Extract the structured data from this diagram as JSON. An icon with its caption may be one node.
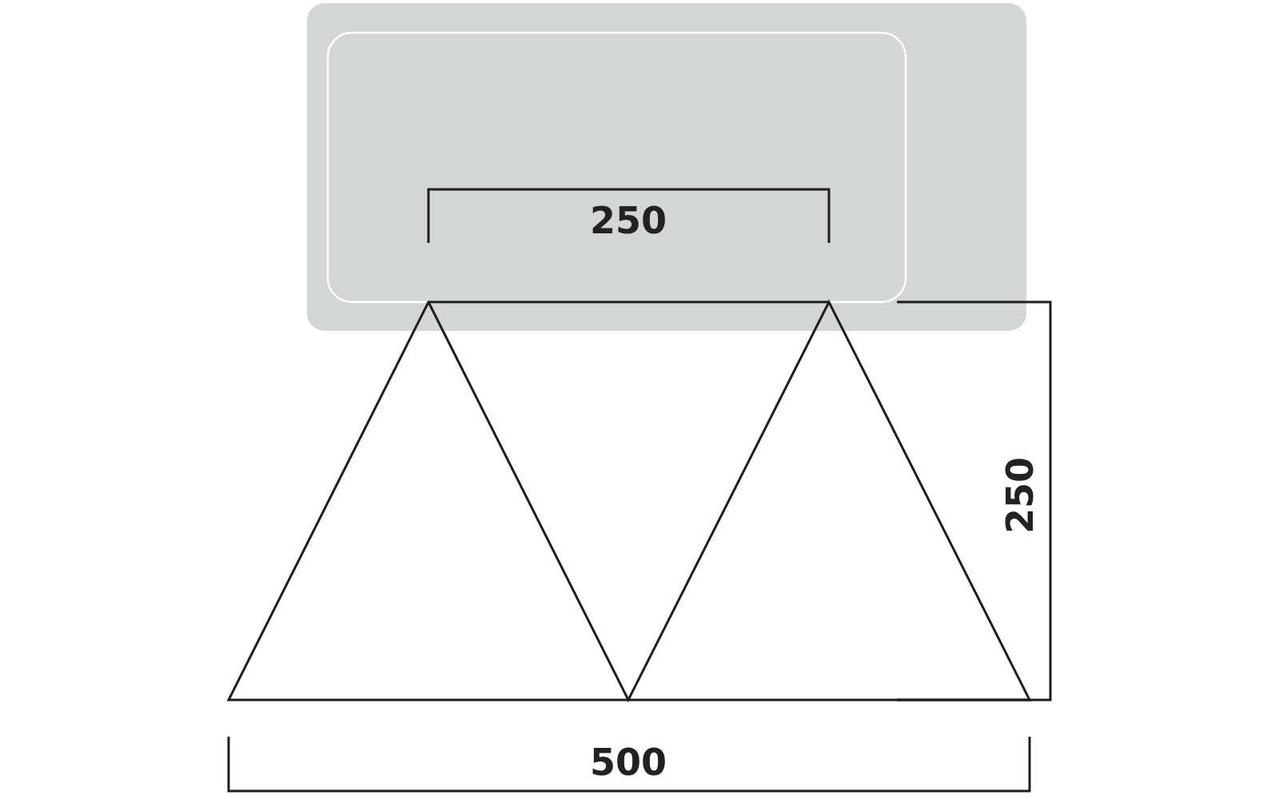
{
  "diagram": {
    "labels": [
      "250",
      "250",
      "500"
    ]
  }
}
